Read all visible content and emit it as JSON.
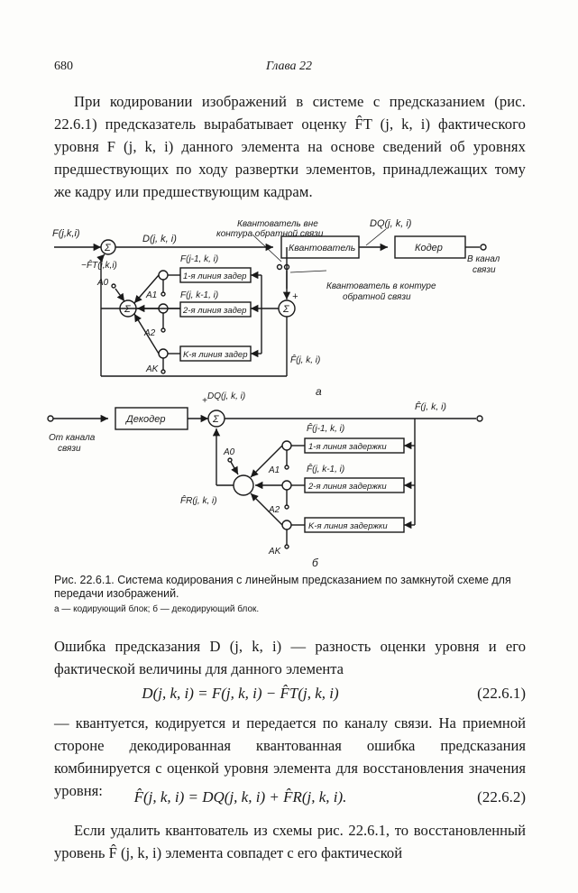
{
  "running_head": {
    "page_number": "680",
    "chapter": "Глава 22"
  },
  "paragraph_1": "При кодировании изображений в системе с предсказанием (рис. 22.6.1) предсказатель вырабатывает оценку F̂T (j, k, i) фактического уровня F (j, k, i) данного элемента на основе сведений об уровнях предшествующих по ходу развертки элементов, принадлежащих тому же кадру или предшествующим кадрам.",
  "figure": {
    "a": {
      "label_quant_outside_1": "Квантователь вне",
      "label_quant_outside_2": "контура обратной связи",
      "label_dq": "DQ(j, k, i)",
      "input": "F(j,k,i)",
      "error": "D(j, k, i)",
      "quantizer": "Квантователь",
      "coder": "Кодер",
      "to_channel_1": "В канал",
      "to_channel_2": "связи",
      "ft_hat": "F̂T(j,k,i)",
      "a0": "A0",
      "a1": "A1",
      "a2": "A2",
      "ak": "AK",
      "tap1": "F(j-1, k, i)",
      "tap2": "F(j, k-1, i)",
      "delay1": "1-я линия задер",
      "delay2": "2-я линия задер",
      "delayk": "K-я линия задер",
      "label_quant_inside_1": "Квантователь в контуре",
      "label_quant_inside_2": "обратной связи",
      "f_hat": "F̂(j, k, i)",
      "plus": "+",
      "minus": "−",
      "sigma": "Σ",
      "letter": "a"
    },
    "b": {
      "from_channel_1": "От канала",
      "from_channel_2": "связи",
      "decoder": "Декодер",
      "dq": "DQ(j, k, i)",
      "output": "F̂(j, k, i)",
      "a0": "A0",
      "a1": "A1",
      "a2": "A2",
      "ak": "AK",
      "tap1": "F̂(j-1, k, i)",
      "tap2": "F̂(j, k-1, i)",
      "delay1": "1-я линия задержки",
      "delay2": "2-я линия задержки",
      "delayk": "K-я линия задержки",
      "fr_hat": "F̂R(j, k, i)",
      "plus": "+",
      "sigma": "Σ",
      "letter": "б"
    }
  },
  "caption": {
    "title": "Рис. 22.6.1. Система кодирования с линейным предсказанием по замкнутой схеме для передачи изображений.",
    "legend": "а — кодирующий блок; б — декодирующий блок."
  },
  "paragraph_2": "Ошибка предсказания D (j, k, i) — разность оценки уровня и его фактической величины для данного элемента",
  "equation_1": {
    "body": "D(j, k, i) = F(j, k, i) − F̂T(j, k, i)",
    "number": "(22.6.1)"
  },
  "paragraph_3": "— квантуется, кодируется и передается по каналу связи. На приемной стороне декодированная квантованная ошибка предсказания комбинируется с оценкой уровня элемента для восстановления значения уровня:",
  "equation_2": {
    "body": "F̂(j, k, i) = DQ(j, k, i) + F̂R(j, k, i).",
    "number": "(22.6.2)"
  },
  "paragraph_4": "Если удалить квантователь из схемы рис. 22.6.1, то восстановленный уровень F̂ (j, k, i) элемента совпадет с его фактической"
}
